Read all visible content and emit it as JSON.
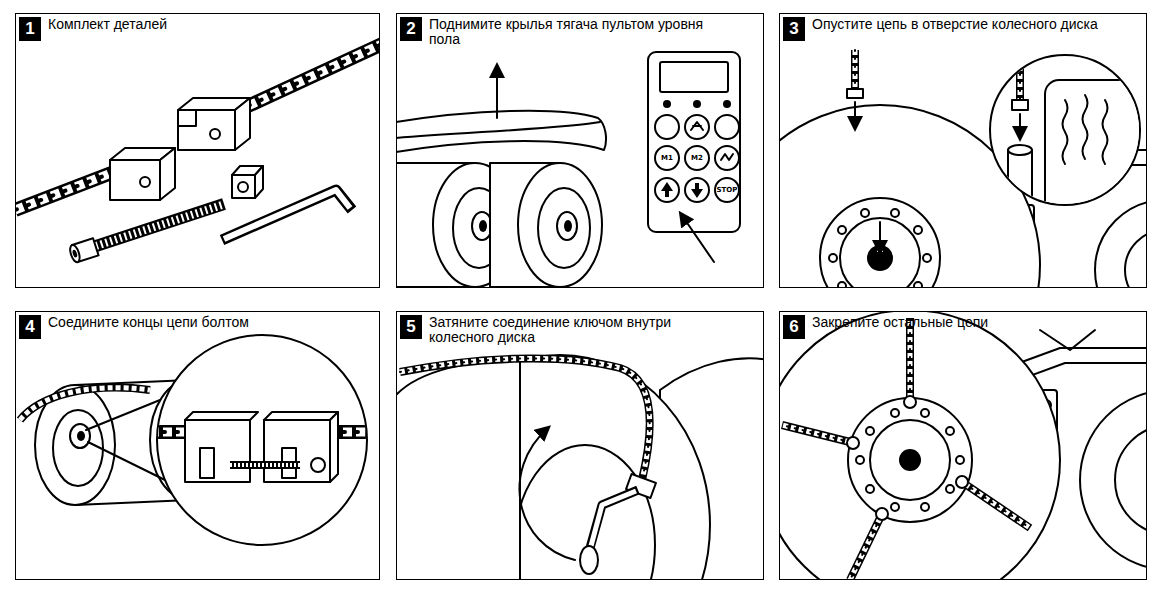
{
  "diagram": {
    "nodes": [
      {
        "text": [
          "1",
          "Комплект деталей"
        ]
      },
      {
        "text": [
          "2",
          "Поднимите крылья тягача пультом уровня пола"
        ]
      },
      {
        "text": [
          "3",
          "Опустите цепь в отверстие колесного диска"
        ]
      },
      {
        "text": [
          "4",
          "Соедините концы цепи болтом"
        ]
      },
      {
        "text": [
          "5",
          "Затяните соединение ключом внутри колесного диска"
        ]
      },
      {
        "text": [
          "6",
          "Закрепите остальные цепи"
        ]
      }
    ],
    "labels": [
      "M1",
      "M2",
      "STOP"
    ]
  }
}
